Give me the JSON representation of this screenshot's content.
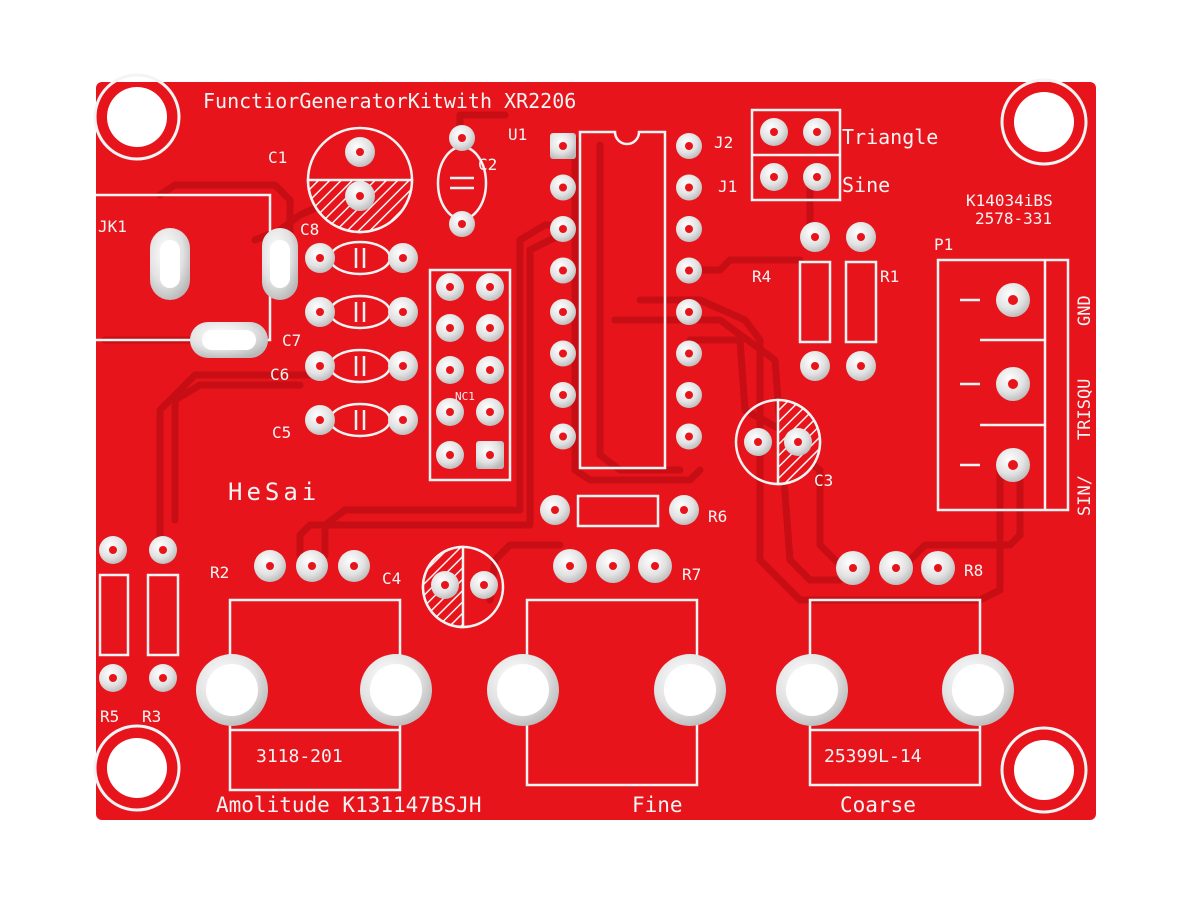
{
  "board": {
    "title": "FunctiorGeneratorKitwith XR2206",
    "brand": "HeSai",
    "bottom_left": "Amolitude K131147BSJH",
    "bottom_mid": "Fine",
    "bottom_right": "Coarse",
    "pot1_code": "3118-201",
    "pot3_code": "25399L-14",
    "top_right_code1": "K14034iBS",
    "top_right_code2": "2578-331",
    "terminal_labels": [
      "GND",
      "TRISQU",
      "SIN/"
    ],
    "colors": {
      "pcb": "#e8141c",
      "trace": "#c40c12",
      "silk": "#f4f4f4",
      "pad": "#d9d9d9",
      "hole": "#ffffff"
    }
  },
  "refs": {
    "c1": "C1",
    "c2": "C2",
    "c3": "C3",
    "c4": "C4",
    "c5": "C5",
    "c6": "C6",
    "c7": "C7",
    "c8": "C8",
    "u1": "U1",
    "j1": "J1",
    "j2": "J2",
    "jk1": "JK1",
    "p1": "P1",
    "nc1": "NC1",
    "r1": "R1",
    "r2": "R2",
    "r3": "R3",
    "r4": "R4",
    "r5": "R5",
    "r6": "R6",
    "r7": "R7",
    "r8": "R8",
    "triangle": "Triangle",
    "sine": "Sine"
  }
}
